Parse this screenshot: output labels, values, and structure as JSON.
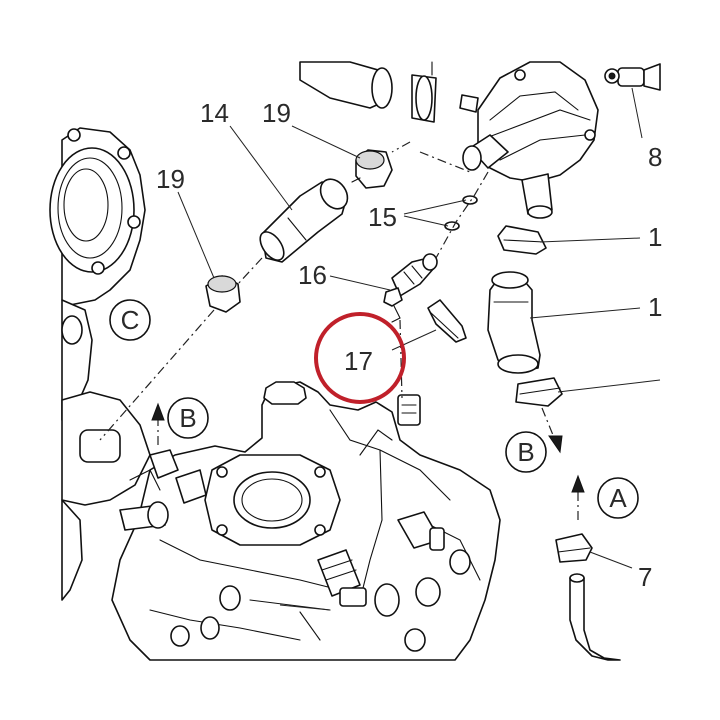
{
  "callouts": {
    "c14": "14",
    "c19a": "19",
    "c19b": "19",
    "c15": "15",
    "c16": "16",
    "c17": "17",
    "c8": "8",
    "c1a": "1",
    "c1b": "1",
    "c7": "7"
  },
  "markers": {
    "A": "A",
    "B1": "B",
    "B2": "B",
    "C": "C"
  },
  "highlight": {
    "target": "17",
    "color": "#c0202a"
  },
  "colors": {
    "line": "#111111",
    "fill": "#ffffff",
    "label": "#2a2a2a"
  }
}
